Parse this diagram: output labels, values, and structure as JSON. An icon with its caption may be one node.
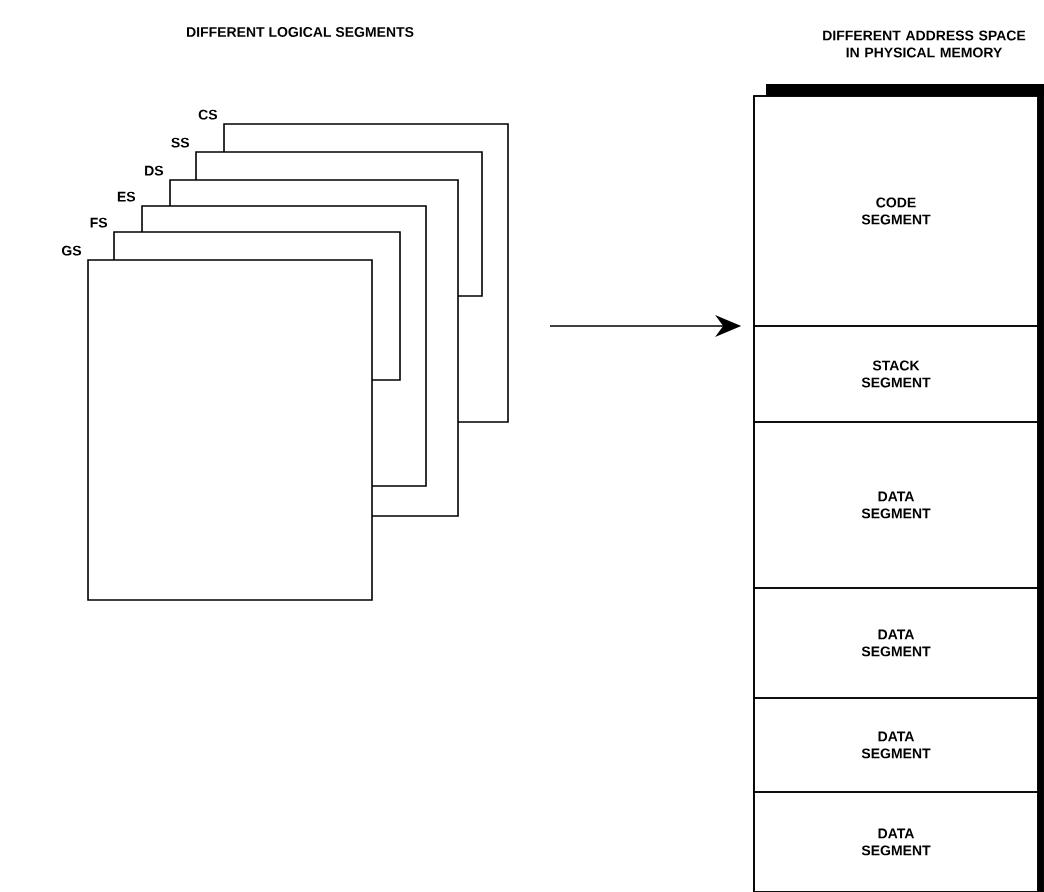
{
  "diagram": {
    "nodes": [
      {
        "text": [
          "CS"
        ]
      },
      {
        "text": [
          "SS"
        ]
      },
      {
        "text": [
          "DS"
        ]
      },
      {
        "text": [
          "ES"
        ]
      },
      {
        "text": [
          "FS"
        ]
      },
      {
        "text": [
          "GS"
        ]
      },
      {
        "text": [],
        "shape": "box"
      },
      {
        "text": [
          "CODE SEGMENT"
        ],
        "in": 6
      },
      {
        "text": [
          "STACK SEGMENT"
        ],
        "in": 6
      },
      {
        "text": [
          "DATA SEGMENT"
        ],
        "in": 6
      },
      {
        "text": [
          "DATA SEGMENT"
        ],
        "in": 6
      },
      {
        "text": [
          "DATA SEGMENT"
        ],
        "in": 6
      },
      {
        "text": [
          "DATA SEGMENT"
        ],
        "in": 6
      }
    ],
    "edges": [
      {
        "from": null,
        "to": 6,
        "arrow": "to"
      }
    ],
    "labels": [
      "DIFFERENT LOGICAL SEGMENTS",
      "DIFFERENT ADDRESS SPACE IN PHYSICAL MEMORY"
    ]
  }
}
